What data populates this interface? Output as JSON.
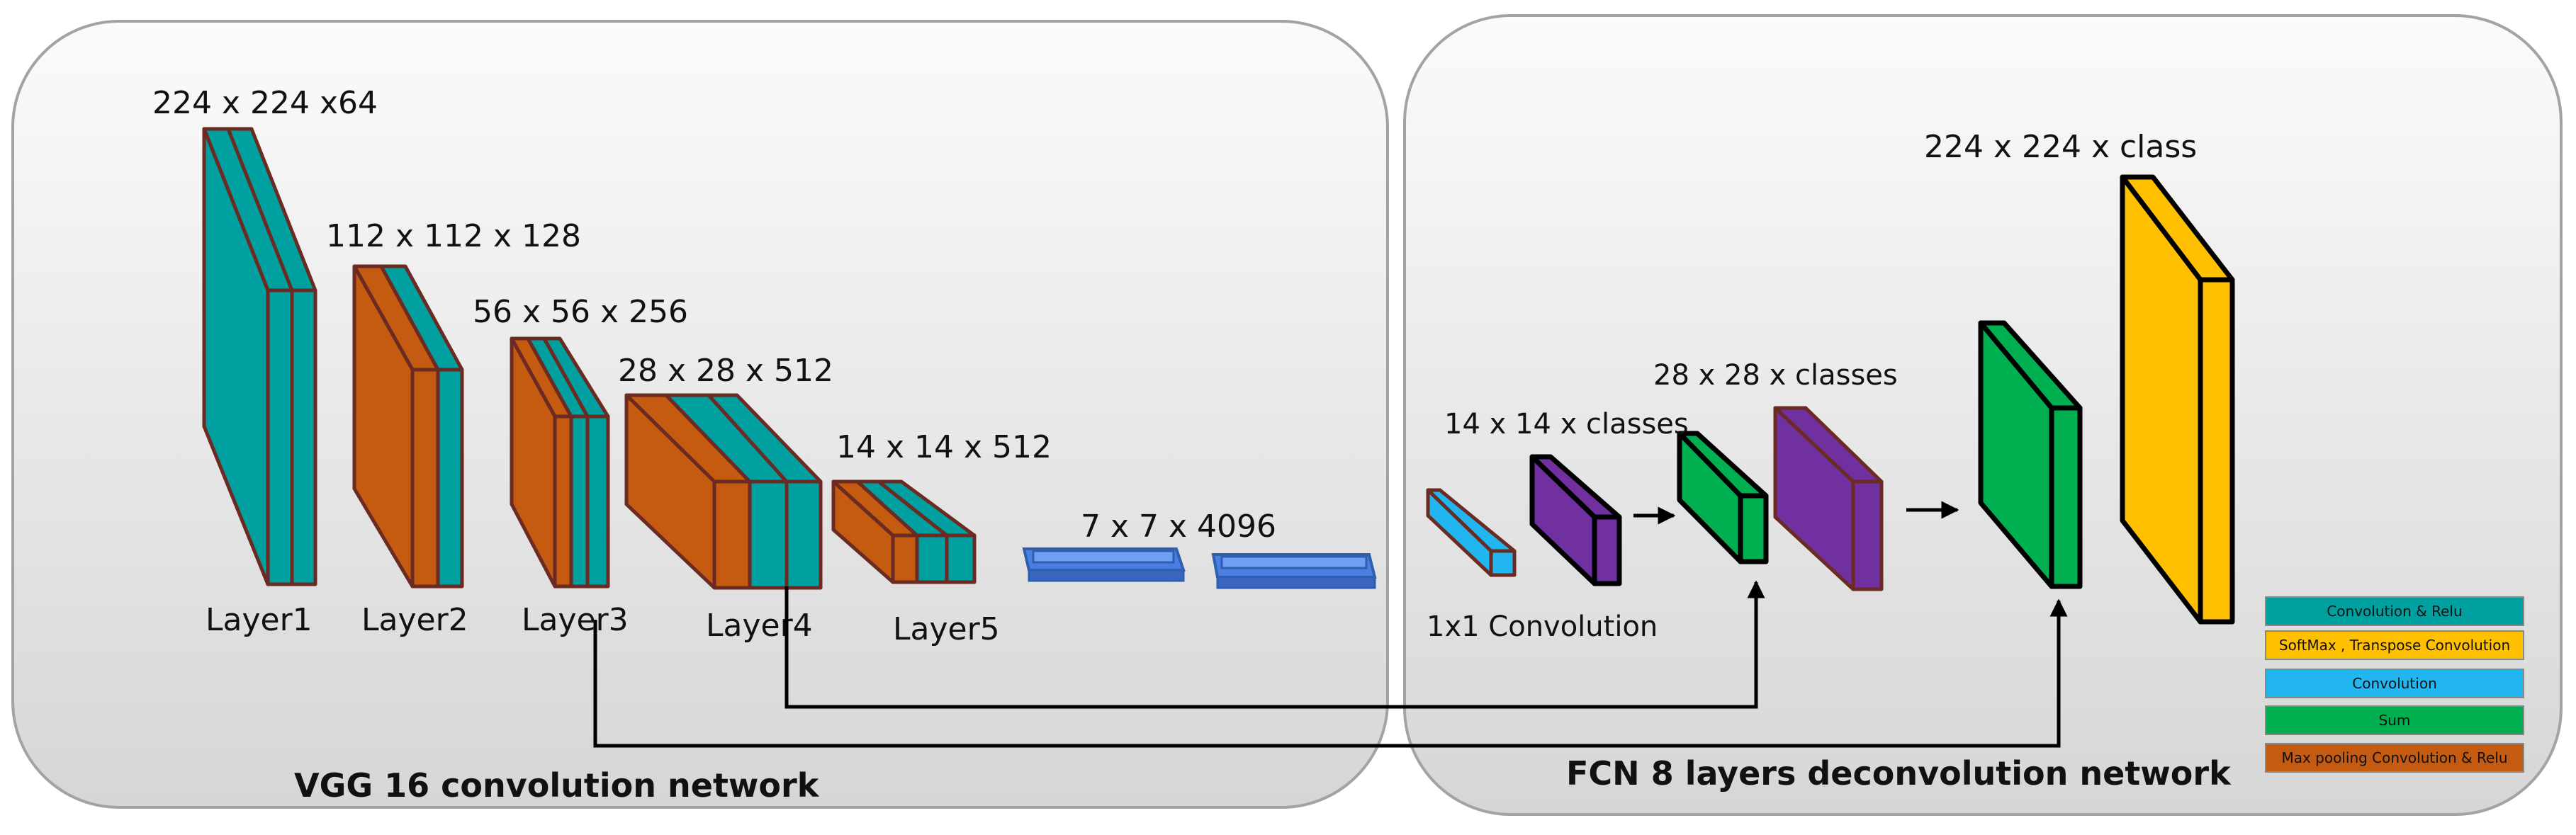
{
  "colors": {
    "teal": "#00a0a0",
    "orange": "#c55a11",
    "cyan": "#21b6f0",
    "purple": "#7030a0",
    "green": "#00b050",
    "yellow": "#ffc000",
    "blue_fc": "#4a7ee0"
  },
  "left_panel": {
    "title": "VGG 16  convolution network",
    "dims": [
      "224 x 224 x64",
      "112 x 112 x 128",
      "56 x 56 x 256",
      "28 x 28 x 512",
      "14 x 14 x 512",
      "7 x 7 x 4096"
    ],
    "layers": [
      "Layer1",
      "Layer2",
      "Layer3",
      "Layer4",
      "Layer5"
    ]
  },
  "right_panel": {
    "title": "FCN 8 layers  deconvolution network",
    "dims": [
      "14 x 14 x classes",
      "28 x 28 x classes",
      "224 x 224 x class"
    ],
    "conv_label": "1x1 Convolution"
  },
  "legend": [
    {
      "label": "Convolution & Relu",
      "color": "#00a0a0"
    },
    {
      "label": "SoftMax , Transpose Convolution",
      "color": "#ffc000"
    },
    {
      "label": "Convolution",
      "color": "#21b6f0"
    },
    {
      "label": "Sum",
      "color": "#00b050"
    },
    {
      "label": "Max pooling Convolution & Relu",
      "color": "#c55a11"
    }
  ]
}
